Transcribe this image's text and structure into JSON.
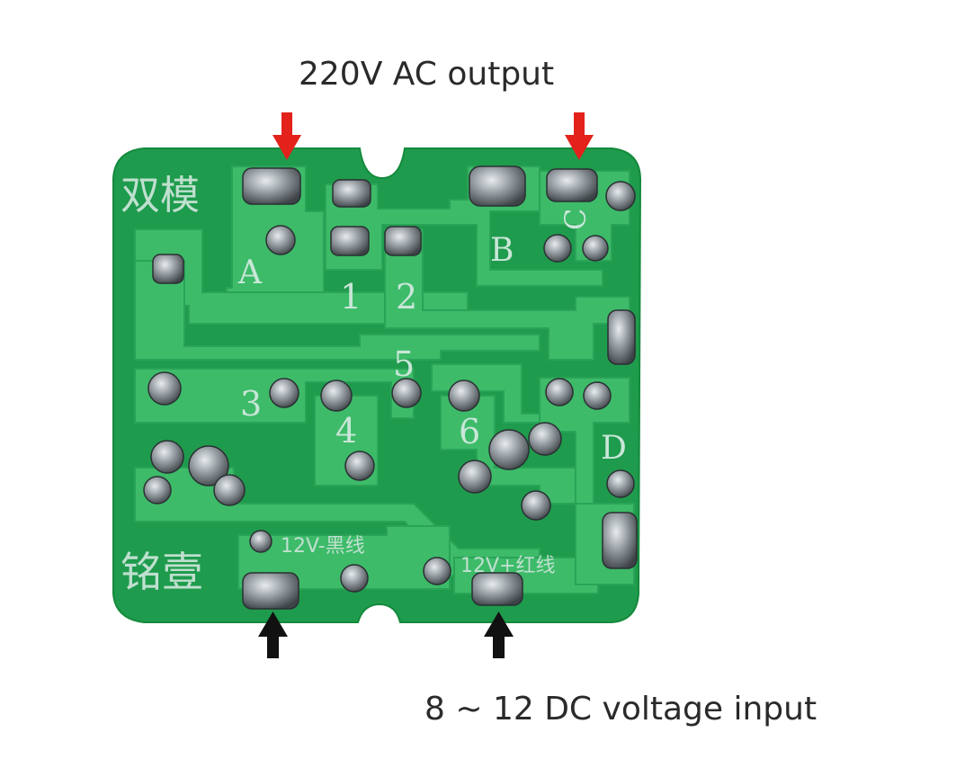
{
  "captions": {
    "top": "220V AC output",
    "bottom": "8 ~ 12 DC voltage input"
  },
  "board": {
    "silkscreen": {
      "top_left": "双模",
      "bottom_left": "铭壹",
      "pad_a": "A",
      "pad_b": "B",
      "pad_c": "C",
      "pad_d": "D",
      "n1": "1",
      "n2": "2",
      "n3": "3",
      "n4": "4",
      "n5": "5",
      "n6": "6",
      "neg_label": "12V-黑线",
      "pos_label": "12V+红线"
    }
  },
  "colors": {
    "board_green": "#1d9a4c",
    "trace_green": "#3fbd6b",
    "solder": "#9aa0a4",
    "arrow_red": "#e2221b",
    "arrow_black": "#111111"
  }
}
